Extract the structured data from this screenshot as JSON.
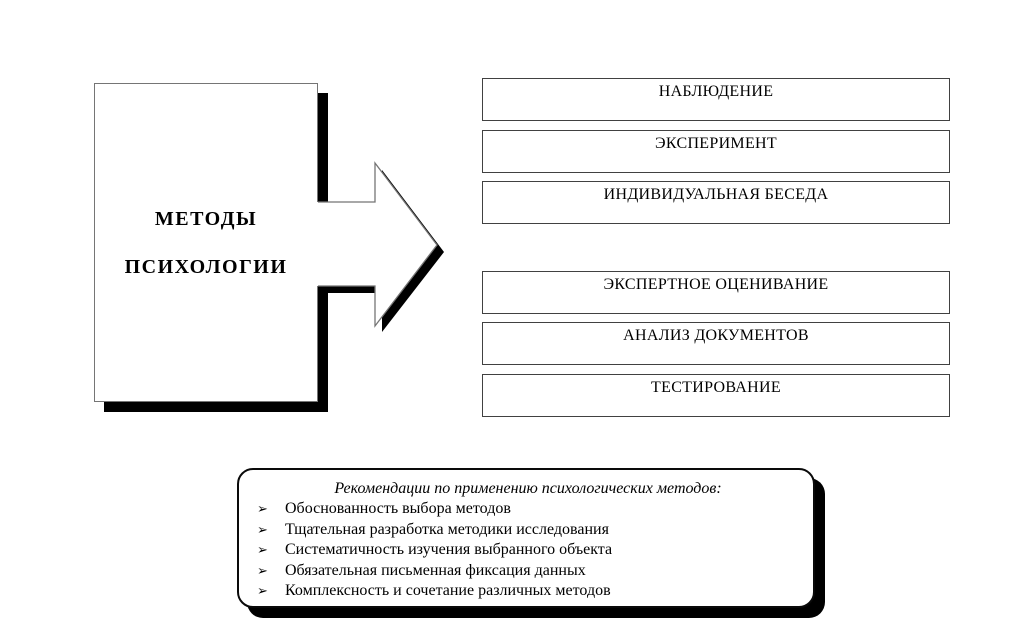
{
  "source_box": {
    "line1": "МЕТОДЫ",
    "line2": "ПСИХОЛОГИИ"
  },
  "method_boxes": [
    {
      "label": "НАБЛЮДЕНИЕ"
    },
    {
      "label": "ЭКСПЕРИМЕНТ"
    },
    {
      "label": "ИНДИВИДУАЛЬНАЯ БЕСЕДА"
    },
    {
      "label": "ЭКСПЕРТНОЕ ОЦЕНИВАНИЕ"
    },
    {
      "label": "АНАЛИЗ ДОКУМЕНТОВ"
    },
    {
      "label": "ТЕСТИРОВАНИЕ"
    }
  ],
  "recommendations": {
    "title": "Рекомендации по применению психологических методов:",
    "bullet_glyph": "➢",
    "items": [
      "Обоснованность выбора методов",
      "Тщательная разработка методики исследования",
      "Систематичность изучения выбранного объекта",
      "Обязательная письменная фиксация данных",
      "Комплексность и сочетание различных методов"
    ]
  },
  "colors": {
    "background": "#ffffff",
    "shadow": "#000000",
    "border_light": "#757575",
    "border_dark": "#414141",
    "text": "#000000"
  }
}
